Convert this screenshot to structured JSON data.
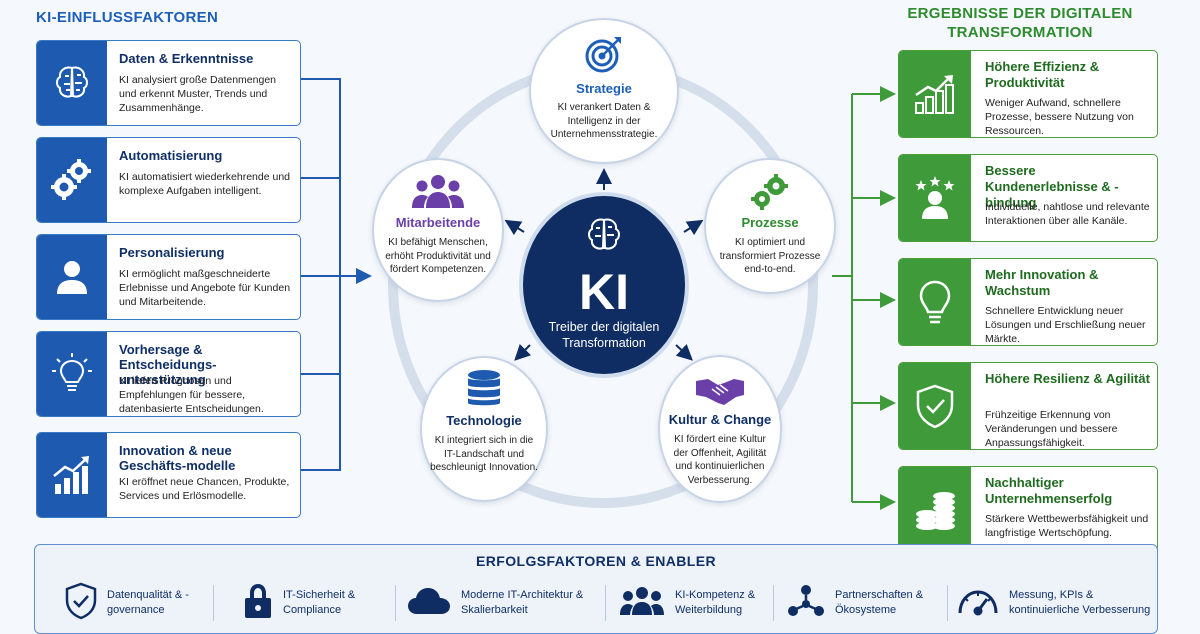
{
  "left": {
    "title": "KI-EINFLUSSFAKTOREN",
    "cards": [
      {
        "title": "Daten & Erkenntnisse",
        "desc": "KI analysiert große Datenmengen und erkennt Muster, Trends und Zusammenhänge.",
        "icon": "brain-icon"
      },
      {
        "title": "Automatisierung",
        "desc": "KI automatisiert wiederkehrende und komplexe Aufgaben intelligent.",
        "icon": "gears-icon"
      },
      {
        "title": "Personalisierung",
        "desc": "KI ermöglicht maßgeschneiderte Erlebnisse und Angebote für Kunden und Mitarbeitende.",
        "icon": "person-icon"
      },
      {
        "title": "Vorhersage & Entscheidungs-unterstützung",
        "desc": "KI liefert Prognosen und Empfehlungen für bessere, datenbasierte Entscheidungen.",
        "icon": "lightbulb-icon"
      },
      {
        "title": "Innovation & neue Geschäfts-modelle",
        "desc": "KI eröffnet neue Chancen, Produkte, Services und Erlösmodelle.",
        "icon": "growth-chart-icon"
      }
    ]
  },
  "center": {
    "core_title": "KI",
    "core_subtitle": "Treiber der digitalen Transformation",
    "nodes": {
      "strategie": {
        "title": "Strategie",
        "desc": "KI verankert Daten & Intelligenz in der Unternehmensstrategie.",
        "color": "#1d5fb8"
      },
      "prozesse": {
        "title": "Prozesse",
        "desc": "KI optimiert und transformiert Prozesse end-to-end.",
        "color": "#2e8b2e"
      },
      "kultur": {
        "title": "Kultur & Change",
        "desc": "KI fördert eine Kultur der Offenheit, Agilität und kontinuierlichen Verbesserung.",
        "color": "#0f2f66"
      },
      "technologie": {
        "title": "Technologie",
        "desc": "KI integriert sich in die IT-Landschaft und beschleunigt Innovation.",
        "color": "#0f2f66"
      },
      "mitarbeitende": {
        "title": "Mitarbeitende",
        "desc": "KI befähigt Menschen, erhöht Produktivität und fördert Kompetenzen.",
        "color": "#6b3fa8"
      }
    }
  },
  "right": {
    "title": "ERGEBNISSE DER DIGITALEN TRANSFORMATION",
    "cards": [
      {
        "title": "Höhere Effizienz & Produktivität",
        "desc": "Weniger Aufwand, schnellere Prozesse, bessere Nutzung von Ressourcen.",
        "icon": "bar-growth-icon"
      },
      {
        "title": "Bessere Kundenerlebnisse & -bindung",
        "desc": "Individuelle, nahtlose und relevante Interaktionen über alle Kanäle.",
        "icon": "customer-stars-icon"
      },
      {
        "title": "Mehr Innovation & Wachstum",
        "desc": "Schnellere Entwicklung neuer Lösungen und Erschließung neuer Märkte.",
        "icon": "lightbulb-icon"
      },
      {
        "title": "Höhere Resilienz & Agilität",
        "desc": "Frühzeitige Erkennung von Veränderungen und bessere Anpassungsfähigkeit.",
        "icon": "shield-check-icon"
      },
      {
        "title": "Nachhaltiger Unternehmenserfolg",
        "desc": "Stärkere Wettbewerbsfähigkeit und langfristige Wertschöpfung.",
        "icon": "coins-icon"
      }
    ]
  },
  "bottom": {
    "title": "ERFOLGSFAKTOREN & ENABLER",
    "items": [
      {
        "label": "Datenqualität & -governance",
        "icon": "shield-check-icon"
      },
      {
        "label": "IT-Sicherheit & Compliance",
        "icon": "lock-icon"
      },
      {
        "label": "Moderne IT-Architektur & Skalierbarkeit",
        "icon": "cloud-icon"
      },
      {
        "label": "KI-Kompetenz & Weiterbildung",
        "icon": "team-icon"
      },
      {
        "label": "Partnerschaften & Ökosysteme",
        "icon": "network-icon"
      },
      {
        "label": "Messung, KPIs & kontinuierliche Verbesserung",
        "icon": "gauge-icon"
      }
    ]
  },
  "colors": {
    "blue": "#1e5bb0",
    "navy": "#0f2d63",
    "green": "#3f9a3a",
    "purple": "#6b3fa8"
  }
}
